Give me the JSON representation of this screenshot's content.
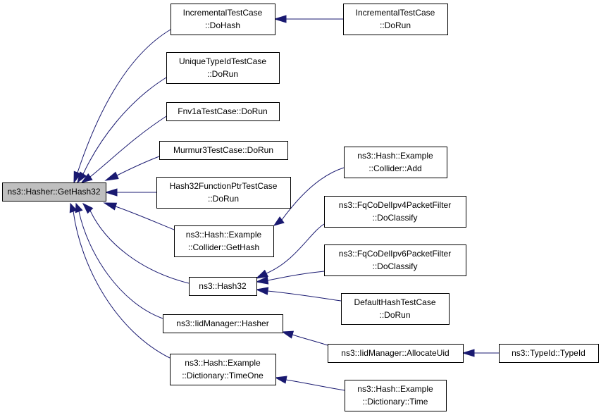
{
  "diagram": {
    "nodes": [
      {
        "id": "root",
        "lines": [
          "ns3::Hasher::GetHash32"
        ],
        "root": true
      },
      {
        "id": "inc_dohash",
        "lines": [
          "IncrementalTestCase",
          "::DoHash"
        ]
      },
      {
        "id": "inc_dorun",
        "lines": [
          "IncrementalTestCase",
          "::DoRun"
        ]
      },
      {
        "id": "uniq",
        "lines": [
          "UniqueTypeIdTestCase",
          "::DoRun"
        ]
      },
      {
        "id": "fnv",
        "lines": [
          "Fnv1aTestCase::DoRun"
        ]
      },
      {
        "id": "murmur",
        "lines": [
          "Murmur3TestCase::DoRun"
        ]
      },
      {
        "id": "fptr",
        "lines": [
          "Hash32FunctionPtrTestCase",
          "::DoRun"
        ]
      },
      {
        "id": "getHash",
        "lines": [
          "ns3::Hash::Example",
          "::Collider::GetHash"
        ]
      },
      {
        "id": "add",
        "lines": [
          "ns3::Hash::Example",
          "::Collider::Add"
        ]
      },
      {
        "id": "hash32",
        "lines": [
          "ns3::Hash32"
        ]
      },
      {
        "id": "v4",
        "lines": [
          "ns3::FqCoDelIpv4PacketFilter",
          "::DoClassify"
        ]
      },
      {
        "id": "v6",
        "lines": [
          "ns3::FqCoDelIpv6PacketFilter",
          "::DoClassify"
        ]
      },
      {
        "id": "defhash",
        "lines": [
          "DefaultHashTestCase",
          "::DoRun"
        ]
      },
      {
        "id": "iid_hasher",
        "lines": [
          "ns3::IidManager::Hasher"
        ]
      },
      {
        "id": "alloc",
        "lines": [
          "ns3::IidManager::AllocateUid"
        ]
      },
      {
        "id": "typeid",
        "lines": [
          "ns3::TypeId::TypeId"
        ]
      },
      {
        "id": "timeone",
        "lines": [
          "ns3::Hash::Example",
          "::Dictionary::TimeOne"
        ]
      },
      {
        "id": "time",
        "lines": [
          "ns3::Hash::Example",
          "::Dictionary::Time"
        ]
      }
    ],
    "edges": [
      {
        "from": "inc_dohash",
        "to": "root"
      },
      {
        "from": "uniq",
        "to": "root"
      },
      {
        "from": "fnv",
        "to": "root"
      },
      {
        "from": "murmur",
        "to": "root"
      },
      {
        "from": "fptr",
        "to": "root"
      },
      {
        "from": "getHash",
        "to": "root"
      },
      {
        "from": "hash32",
        "to": "root"
      },
      {
        "from": "iid_hasher",
        "to": "root"
      },
      {
        "from": "timeone",
        "to": "root"
      },
      {
        "from": "inc_dorun",
        "to": "inc_dohash"
      },
      {
        "from": "add",
        "to": "getHash"
      },
      {
        "from": "v4",
        "to": "hash32"
      },
      {
        "from": "v6",
        "to": "hash32"
      },
      {
        "from": "defhash",
        "to": "hash32"
      },
      {
        "from": "alloc",
        "to": "iid_hasher"
      },
      {
        "from": "typeid",
        "to": "alloc"
      },
      {
        "from": "time",
        "to": "timeone"
      }
    ]
  }
}
